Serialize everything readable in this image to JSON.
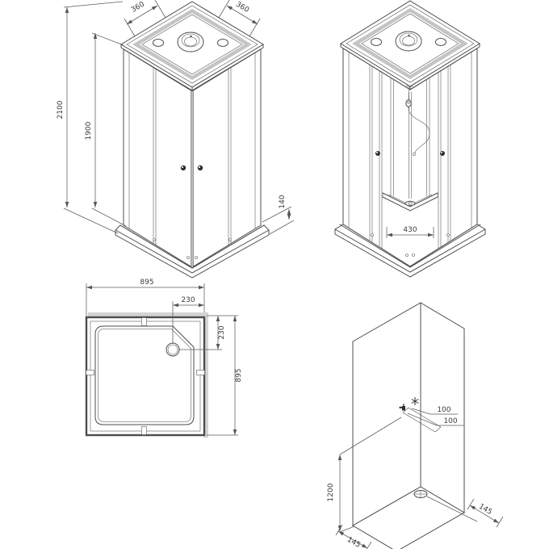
{
  "views": {
    "front_iso": {
      "name": "shower-cabin-front-isometric",
      "dims": {
        "roof_edge_left": "360",
        "roof_edge_right": "360",
        "overall_height": "2100",
        "door_height": "1900",
        "tray_height": "140"
      }
    },
    "open_iso": {
      "name": "shower-cabin-open-isometric",
      "dims": {
        "door_opening_width": "430"
      }
    },
    "plan": {
      "name": "tray-plan-view",
      "dims": {
        "overall_width": "895",
        "overall_depth": "895",
        "drain_offset_x": "230",
        "drain_offset_y": "230"
      }
    },
    "installation": {
      "name": "installation-scheme",
      "dims": {
        "supply_offset_1": "100",
        "supply_offset_2": "100",
        "supply_height": "1200",
        "drain_offset_a": "145",
        "drain_offset_b": "145"
      },
      "icons": {
        "cold_water": "snowflake-icon",
        "hot_water": "faucet-icon"
      }
    }
  },
  "colors": {
    "line": "#4d4d4d",
    "dim": "#5c5c5c",
    "text": "#3c3c3c",
    "roof_band": "#c4c4c4",
    "shadow": "#d4d4d4",
    "background": "#ffffff"
  }
}
